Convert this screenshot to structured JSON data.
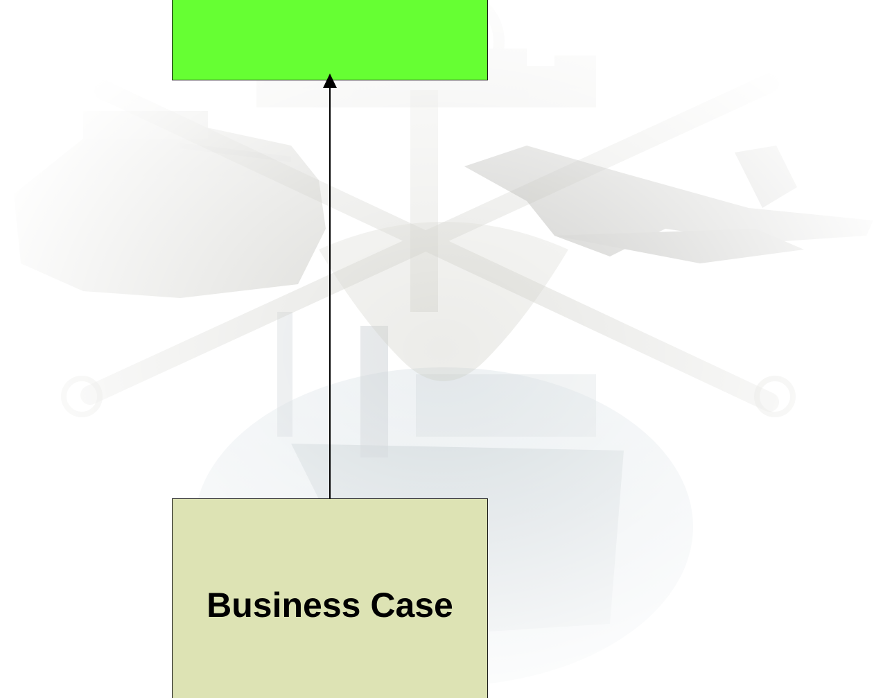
{
  "diagram": {
    "top_box": {
      "label": "",
      "fill": "#66ff33"
    },
    "bottom_box": {
      "label": "Business Case",
      "fill": "#dde3b4"
    },
    "connector": {
      "from": "bottom_box",
      "to": "top_box",
      "arrowhead": "top"
    }
  },
  "background": {
    "description_icon": "military-emblem-watermark"
  }
}
